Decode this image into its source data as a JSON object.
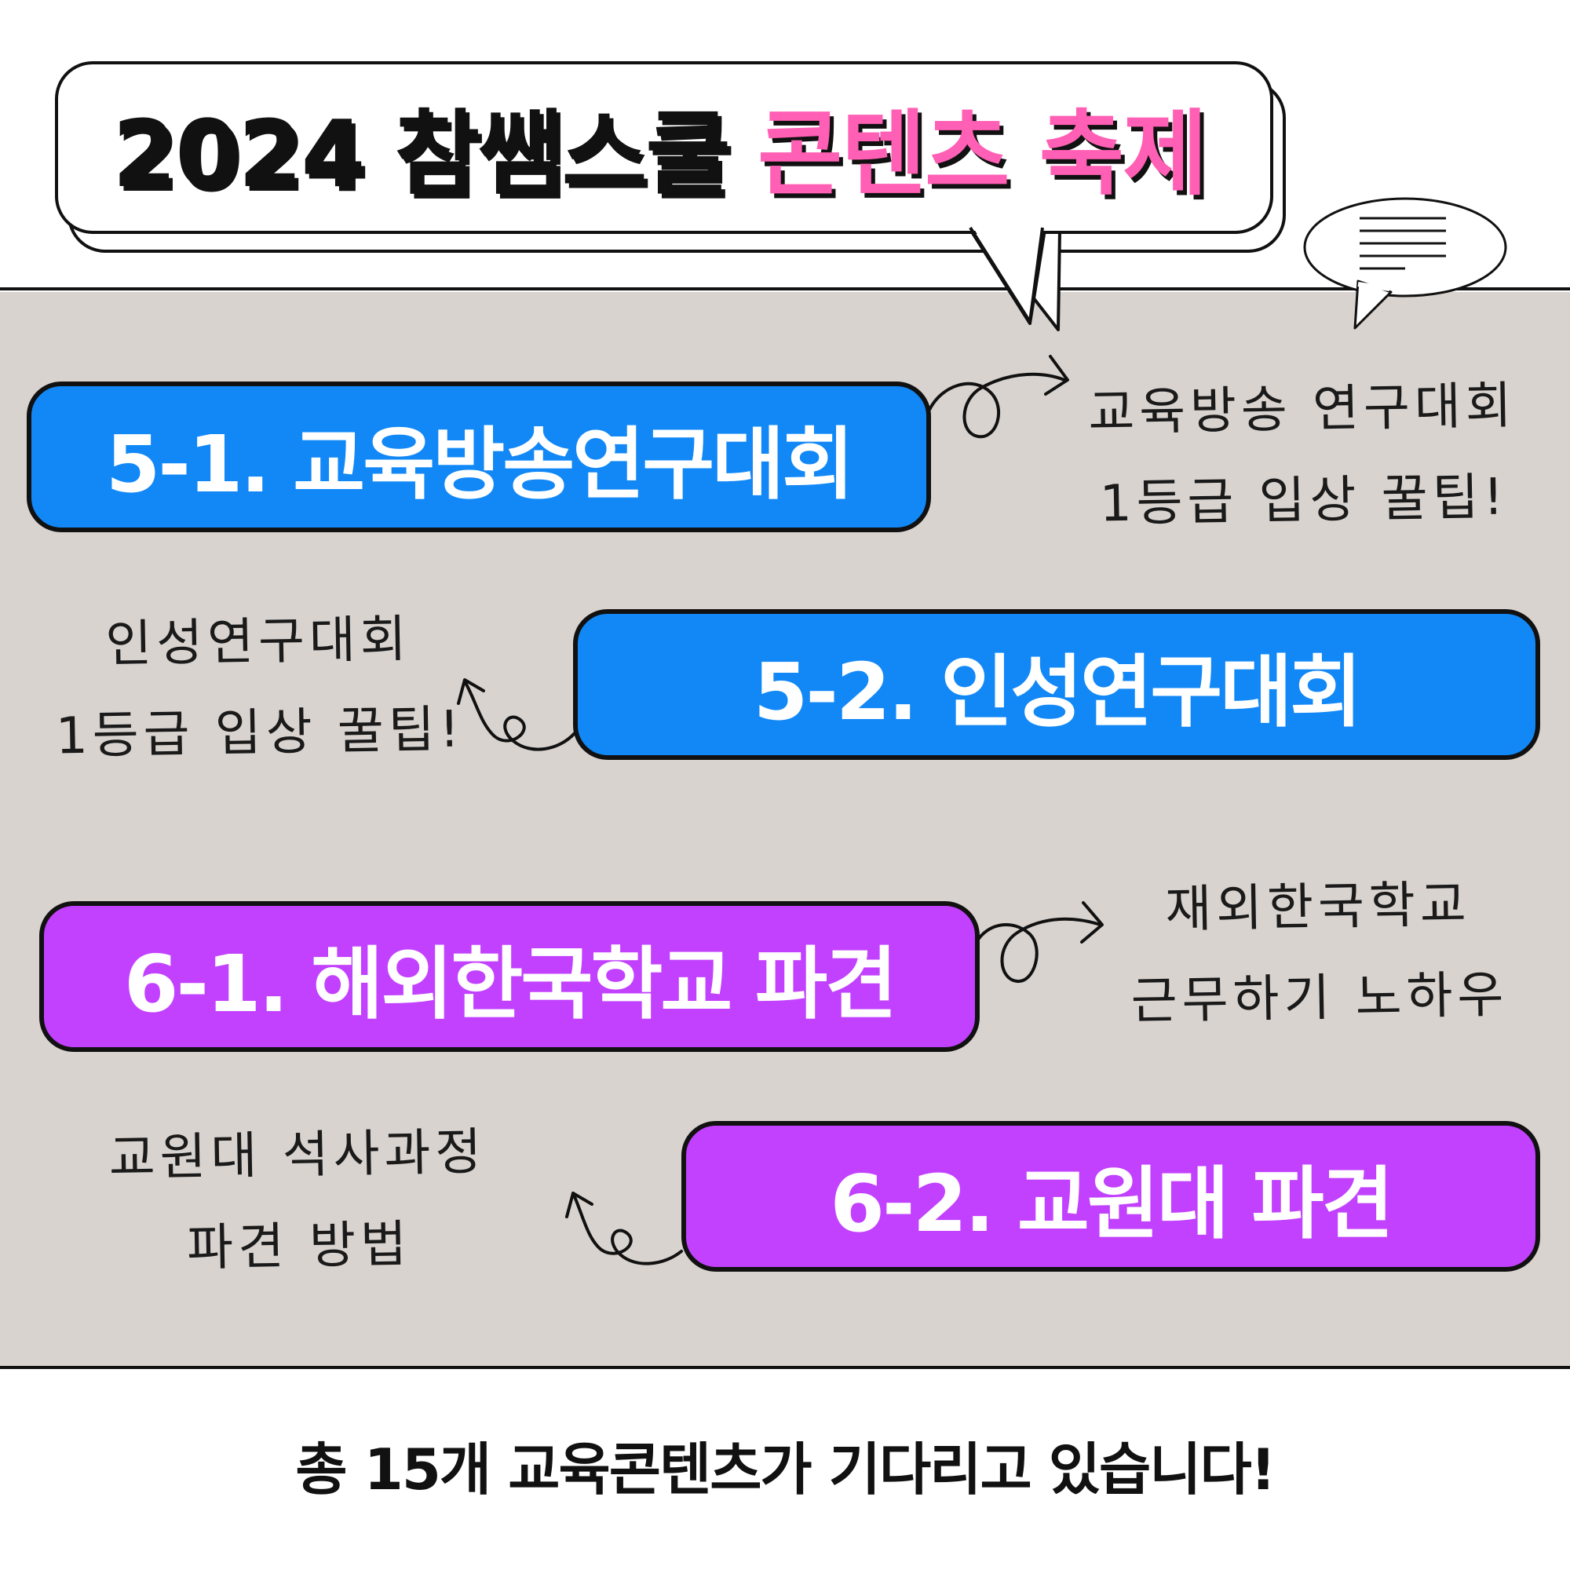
{
  "header": {
    "title_year_brand": "2024 참쌤스쿨",
    "title_highlight": "콘텐츠 축제"
  },
  "items": [
    {
      "button": "5-1. 교육방송연구대회",
      "note_line1": "교육방송 연구대회",
      "note_line2": "1등급 입상 꿀팁!",
      "color": "#1288f7"
    },
    {
      "button": "5-2. 인성연구대회",
      "note_line1": "인성연구대회",
      "note_line2": "1등급 입상 꿀팁!",
      "color": "#1288f7"
    },
    {
      "button": "6-1. 해외한국학교 파견",
      "note_line1": "재외한국학교",
      "note_line2": "근무하기 노하우",
      "color": "#c241ff"
    },
    {
      "button": "6-2. 교원대 파견",
      "note_line1": "교원대 석사과정",
      "note_line2": "파견 방법",
      "color": "#c241ff"
    }
  ],
  "colors": {
    "background_band": "#d9d3cf",
    "highlight_pink": "#ff5fb4",
    "outline": "#111111"
  },
  "footer": {
    "text": "총 15개 교육콘텐츠가 기다리고 있습니다!"
  }
}
